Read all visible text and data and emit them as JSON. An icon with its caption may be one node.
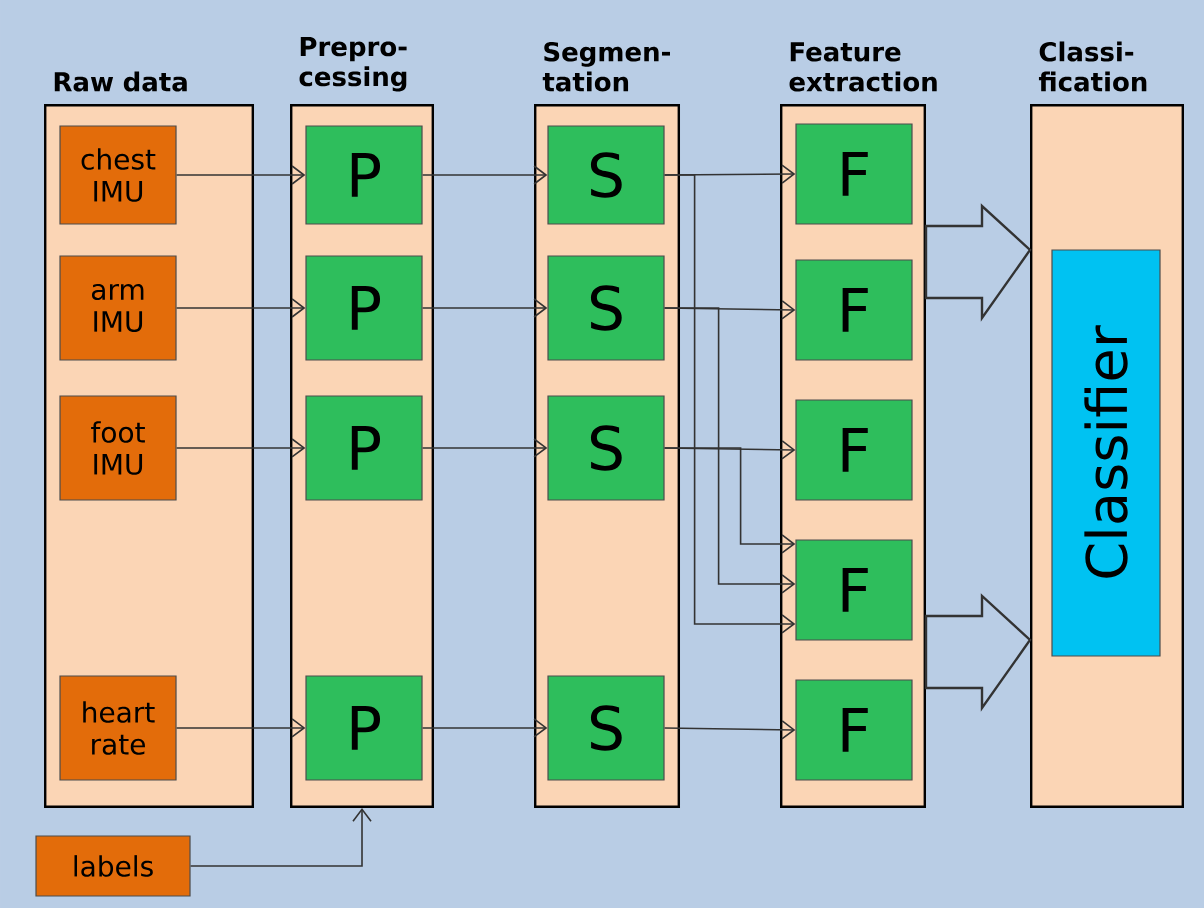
{
  "diagram": {
    "nodes": [
      {
        "text": [
          "Raw data"
        ]
      },
      {
        "text": [
          "chest IMU"
        ],
        "in": 0
      },
      {
        "text": [
          "arm IMU"
        ],
        "in": 0
      },
      {
        "text": [
          "foot IMU"
        ],
        "in": 0
      },
      {
        "text": [
          "heart rate"
        ],
        "in": 0
      },
      {
        "text": [
          "Prepro- cessing"
        ]
      },
      {
        "text": [
          "P"
        ],
        "in": 5
      },
      {
        "text": [
          "P"
        ],
        "in": 5
      },
      {
        "text": [
          "P"
        ],
        "in": 5
      },
      {
        "text": [
          "P"
        ],
        "in": 5
      },
      {
        "text": [
          "Segmen- tation"
        ]
      },
      {
        "text": [
          "S"
        ],
        "in": 10
      },
      {
        "text": [
          "S"
        ],
        "in": 10
      },
      {
        "text": [
          "S"
        ],
        "in": 10
      },
      {
        "text": [
          "S"
        ],
        "in": 10
      },
      {
        "text": [
          "Feature extraction"
        ]
      },
      {
        "text": [
          "F"
        ],
        "in": 15
      },
      {
        "text": [
          "F"
        ],
        "in": 15
      },
      {
        "text": [
          "F"
        ],
        "in": 15
      },
      {
        "text": [
          "F"
        ],
        "in": 15
      },
      {
        "text": [
          "F"
        ],
        "in": 15
      },
      {
        "text": [
          "Classi- fication"
        ]
      },
      {
        "text": [
          "Classifier"
        ],
        "in": 21
      },
      {
        "text": [
          "labels"
        ]
      }
    ],
    "edges": [
      {
        "from": 1,
        "to": 6,
        "arrow": "to"
      },
      {
        "from": 2,
        "to": 7,
        "arrow": "to"
      },
      {
        "from": 3,
        "to": 8,
        "arrow": "to"
      },
      {
        "from": 4,
        "to": 9,
        "arrow": "to"
      },
      {
        "from": 6,
        "to": 11,
        "arrow": "to"
      },
      {
        "from": 7,
        "to": 12,
        "arrow": "to"
      },
      {
        "from": 8,
        "to": 13,
        "arrow": "to"
      },
      {
        "from": 9,
        "to": 14,
        "arrow": "to"
      },
      {
        "from": 11,
        "to": 16,
        "arrow": "to"
      },
      {
        "from": 12,
        "to": 17,
        "arrow": "to"
      },
      {
        "from": 13,
        "to": 18,
        "arrow": "to"
      },
      {
        "from": 11,
        "to": 19,
        "arrow": "to"
      },
      {
        "from": 12,
        "to": 19,
        "arrow": "to"
      },
      {
        "from": 13,
        "to": 19,
        "arrow": "to"
      },
      {
        "from": 14,
        "to": 20,
        "arrow": "to"
      },
      {
        "from": 15,
        "to": 21,
        "arrow": "to",
        "style": "thick"
      },
      {
        "from": 15,
        "to": 21,
        "arrow": "to",
        "style": "thick"
      },
      {
        "from": 23,
        "to": 5,
        "arrow": "to"
      }
    ]
  }
}
